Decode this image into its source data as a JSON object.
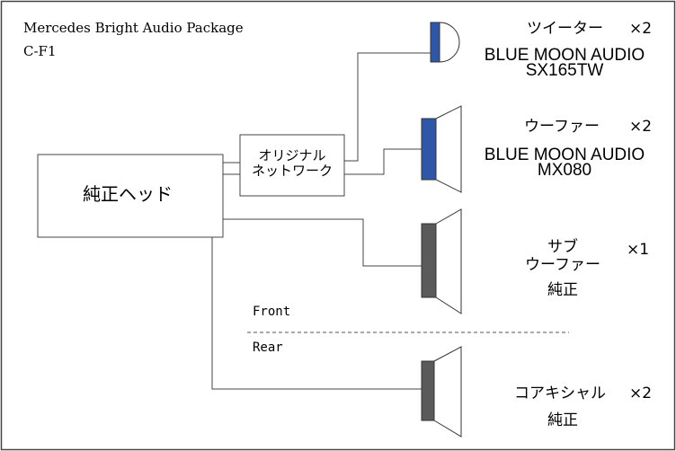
{
  "header": {
    "title": "Mercedes Bright Audio Package",
    "code": "C-F1"
  },
  "blocks": {
    "head_unit": "純正ヘッド",
    "network_line1": "オリジナル",
    "network_line2": "ネットワーク"
  },
  "zones": {
    "front": "Front",
    "rear": "Rear"
  },
  "speakers": {
    "tweeter": {
      "name": "ツイーター",
      "qty": "×2",
      "brand": "BLUE MOON AUDIO",
      "model": "SX165TW"
    },
    "woofer": {
      "name": "ウーファー",
      "qty": "×2",
      "brand": "BLUE MOON AUDIO",
      "model": "MX080"
    },
    "subwoofer": {
      "name_line1": "サブ",
      "name_line2": "ウーファー",
      "qty": "×1",
      "note": "純正"
    },
    "coaxial": {
      "name": "コアキシャル",
      "qty": "×2",
      "note": "純正"
    }
  },
  "colors": {
    "stroke": "#444444",
    "driver_blue": "#2f57a8",
    "driver_gray": "#5a5a5a"
  }
}
